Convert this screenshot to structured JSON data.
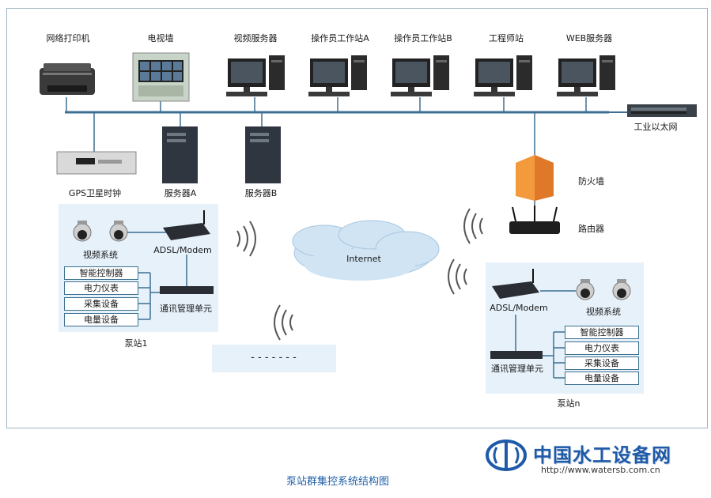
{
  "top_devices": {
    "printer": "网络打印机",
    "tv_wall": "电视墙",
    "video_server": "视频服务器",
    "operator_a": "操作员工作站A",
    "operator_b": "操作员工作站B",
    "engineer": "工程师站",
    "web_server": "WEB服务器"
  },
  "network": {
    "switch": "工业以太网",
    "gps": "GPS卫星时钟",
    "server_a": "服务器A",
    "server_b": "服务器B",
    "firewall": "防火墙",
    "router": "路由器",
    "cloud": "Internet"
  },
  "station1": {
    "video": "视频系统",
    "modem": "ADSL/Modem",
    "comm_unit": "通讯管理单元",
    "boxes": [
      "智能控制器",
      "电力仪表",
      "采集设备",
      "电量设备"
    ],
    "name": "泵站1"
  },
  "ellipsis": "- - - - - - -",
  "stationn": {
    "modem": "ADSL/Modem",
    "video": "视频系统",
    "comm_unit": "通讯管理单元",
    "boxes": [
      "智能控制器",
      "电力仪表",
      "采集设备",
      "电量设备"
    ],
    "name": "泵站n"
  },
  "caption": "泵站群集控系统结构图",
  "logo": {
    "name": "中国水工设备网",
    "url": "http://www.watersb.com.cn"
  }
}
